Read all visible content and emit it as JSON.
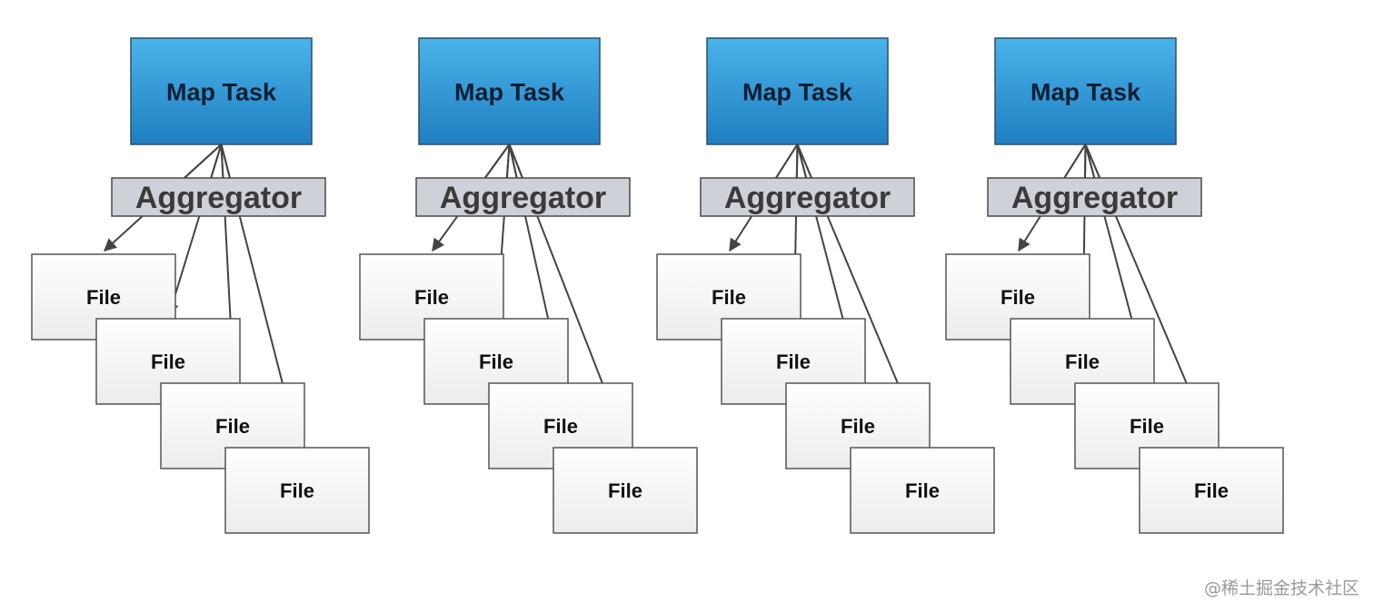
{
  "diagram": {
    "groups": [
      {
        "map_label": "Map Task",
        "aggregator_label": "Aggregator",
        "files": [
          "File",
          "File",
          "File",
          "File"
        ]
      },
      {
        "map_label": "Map Task",
        "aggregator_label": "Aggregator",
        "files": [
          "File",
          "File",
          "File",
          "File"
        ]
      },
      {
        "map_label": "Map Task",
        "aggregator_label": "Aggregator",
        "files": [
          "File",
          "File",
          "File",
          "File"
        ]
      },
      {
        "map_label": "Map Task",
        "aggregator_label": "Aggregator",
        "files": [
          "File",
          "File",
          "File",
          "File"
        ]
      }
    ]
  },
  "colors": {
    "map_fill_top": "#4ab3ea",
    "map_fill_bottom": "#1f7fc1",
    "aggregator_fill": "#cfd1d9",
    "file_fill": "#f4f4f4",
    "edge": "#444444"
  },
  "watermark": "@稀土掘金技术社区"
}
